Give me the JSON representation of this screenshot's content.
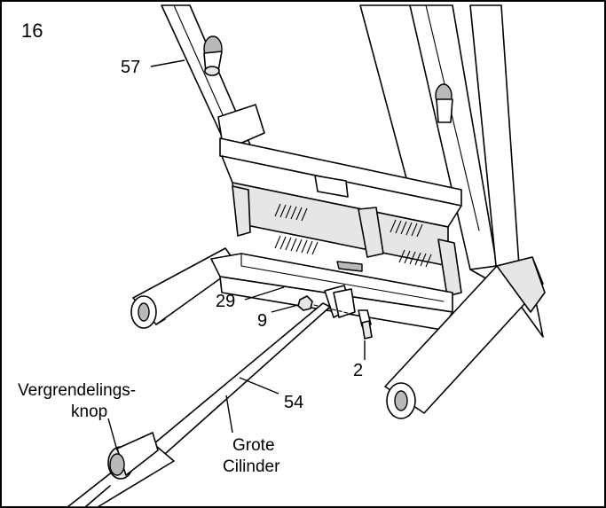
{
  "step_number": "16",
  "callouts": {
    "c57": "57",
    "c29": "29",
    "c9": "9",
    "c2": "2",
    "c54": "54"
  },
  "labels": {
    "latch_knob_line1": "Vergrendelings-",
    "latch_knob_line2": "knop",
    "cylinder_line1": "Grote",
    "cylinder_line2": "Cilinder"
  }
}
